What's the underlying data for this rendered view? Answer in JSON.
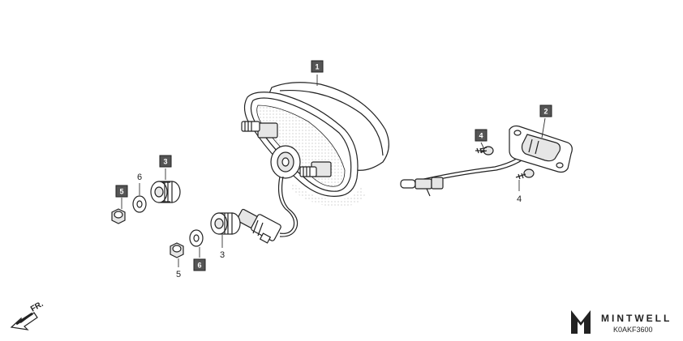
{
  "labels": {
    "tail_light": "1",
    "bracket": "2",
    "grommet_upper": "3",
    "grommet_lower": "3",
    "screw_upper": "4",
    "screw_lower": "4",
    "nut_upper": "5",
    "nut_lower": "5",
    "washer_upper": "6",
    "washer_lower": "6"
  },
  "direction": "FR.",
  "brand": "MINTWELL",
  "code": "K0AKF3600"
}
